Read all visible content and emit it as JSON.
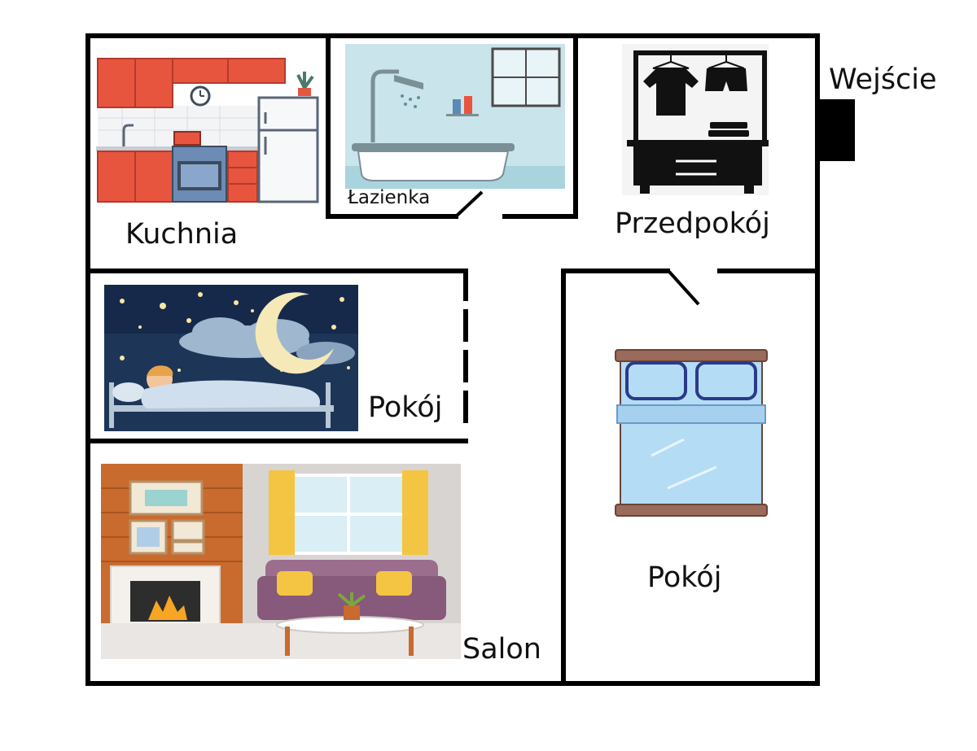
{
  "rooms": {
    "kitchen": "Kuchnia",
    "bathroom": "Łazienka",
    "hallway": "Przedpokój",
    "entrance": "Wejście",
    "room_small": "Pokój",
    "room_large": "Pokój",
    "living_room": "Salon"
  },
  "colors": {
    "wall": "#000000",
    "kitchen_cabinet": "#e8553f",
    "bathroom_bg": "#c9e4ea",
    "night_sky": "#1d3557",
    "bed_blue": "#b5dcf5",
    "living_wall": "#c96a2e",
    "sofa": "#9b6e8e",
    "curtain": "#f4c542"
  }
}
